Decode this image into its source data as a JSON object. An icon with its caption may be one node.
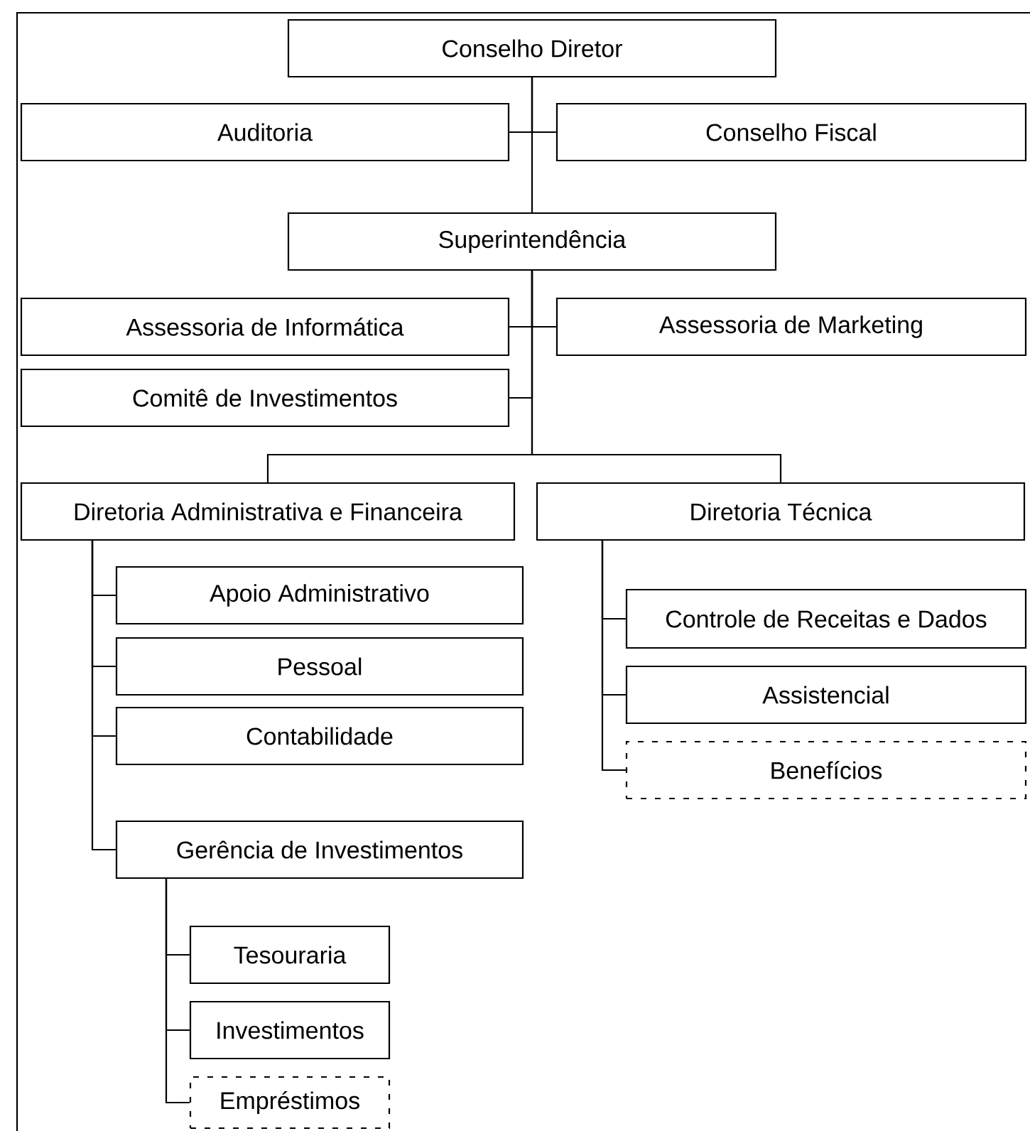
{
  "diagram": {
    "nodes": [
      {
        "text": [
          "Conselho Diretor"
        ]
      },
      {
        "text": [
          "Auditoria"
        ]
      },
      {
        "text": [
          "Conselho Fiscal"
        ]
      },
      {
        "text": [
          "Superintendência"
        ]
      },
      {
        "text": [
          "Assessoria de Informática"
        ]
      },
      {
        "text": [
          "Assessoria de Marketing"
        ]
      },
      {
        "text": [
          "Comitê de Investimentos"
        ]
      },
      {
        "text": [
          "Diretoria Administrativa e Financeira"
        ]
      },
      {
        "text": [
          "Diretoria Técnica"
        ]
      },
      {
        "text": [
          "Apoio Administrativo"
        ]
      },
      {
        "text": [
          "Pessoal"
        ]
      },
      {
        "text": [
          "Contabilidade"
        ]
      },
      {
        "text": [
          "Gerência de Investimentos"
        ]
      },
      {
        "text": [
          "Controle de Receitas e Dados"
        ]
      },
      {
        "text": [
          "Assistencial"
        ]
      },
      {
        "text": [
          "Benefícios"
        ]
      },
      {
        "text": [
          "Tesouraria"
        ]
      },
      {
        "text": [
          "Investimentos"
        ]
      },
      {
        "text": [
          "Empréstimos"
        ]
      }
    ],
    "edges": [
      {
        "from": 0,
        "to": 1,
        "arrow": "none"
      },
      {
        "from": 0,
        "to": 2,
        "arrow": "none"
      },
      {
        "from": 0,
        "to": 3,
        "arrow": "none"
      },
      {
        "from": 3,
        "to": 4,
        "arrow": "none"
      },
      {
        "from": 3,
        "to": 5,
        "arrow": "none"
      },
      {
        "from": 3,
        "to": 6,
        "arrow": "none"
      },
      {
        "from": 3,
        "to": 7,
        "arrow": "none"
      },
      {
        "from": 3,
        "to": 8,
        "arrow": "none"
      },
      {
        "from": 7,
        "to": 9,
        "arrow": "none"
      },
      {
        "from": 7,
        "to": 10,
        "arrow": "none"
      },
      {
        "from": 7,
        "to": 11,
        "arrow": "none"
      },
      {
        "from": 7,
        "to": 12,
        "arrow": "none"
      },
      {
        "from": 8,
        "to": 13,
        "arrow": "none"
      },
      {
        "from": 8,
        "to": 14,
        "arrow": "none"
      },
      {
        "from": 8,
        "to": 15,
        "arrow": "none"
      },
      {
        "from": 12,
        "to": 16,
        "arrow": "none"
      },
      {
        "from": 12,
        "to": 17,
        "arrow": "none"
      },
      {
        "from": 12,
        "to": 18,
        "arrow": "none"
      }
    ]
  }
}
